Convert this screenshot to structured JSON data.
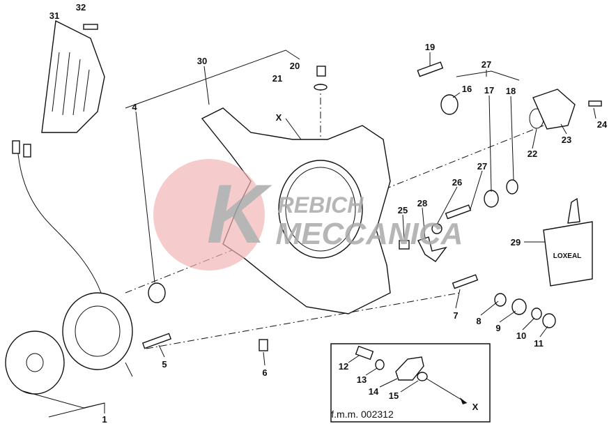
{
  "diagram": {
    "part_labels": [
      "1",
      "4",
      "5",
      "6",
      "7",
      "8",
      "9",
      "10",
      "11",
      "12",
      "13",
      "14",
      "15",
      "16",
      "17",
      "18",
      "19",
      "20",
      "21",
      "22",
      "23",
      "24",
      "25",
      "26",
      "27",
      "27",
      "28",
      "29",
      "30",
      "31",
      "32"
    ],
    "reference_marker": "X",
    "detail_reference_marker": "X",
    "sealant_label": "LOXEAL",
    "drawing_code": "f.m.m. 002312",
    "watermark": "KREBICH MECCANICA"
  },
  "colors": {
    "watermark_circle": "#f2b3b3",
    "watermark_text": "#b5b5b5",
    "ink": "#111111"
  }
}
